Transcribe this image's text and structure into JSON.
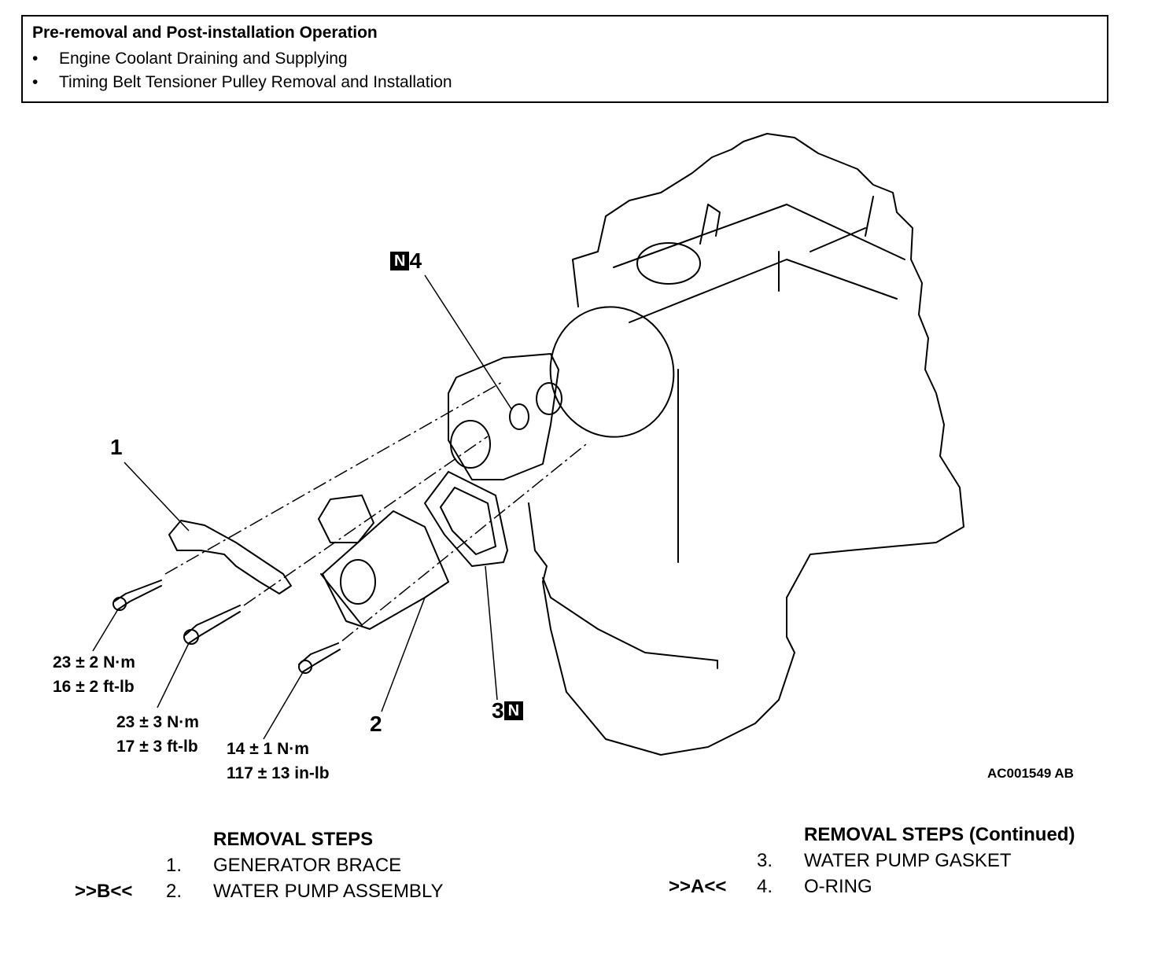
{
  "pre_operation": {
    "title": "Pre-removal and Post-installation Operation",
    "items": [
      {
        "bullet": "•",
        "text": "Engine Coolant Draining and Supplying"
      },
      {
        "bullet": "•",
        "text": "Timing Belt Tensioner Pulley Removal and Installation"
      }
    ]
  },
  "diagram": {
    "callouts": {
      "c1": "1",
      "c2": "2",
      "c3": "3",
      "c3_badge": "N",
      "c4": "4",
      "c4_badge": "N"
    },
    "torques": [
      {
        "line1": "23 ± 2 N·m",
        "line2": "16 ± 2 ft-lb"
      },
      {
        "line1": "23 ± 3 N·m",
        "line2": "17 ± 3 ft-lb"
      },
      {
        "line1": "14 ± 1 N·m",
        "line2": "117 ± 13 in-lb"
      }
    ],
    "figure_code": "AC001549 AB"
  },
  "removal_steps": {
    "left": {
      "header": "REMOVAL STEPS",
      "rows": [
        {
          "ref": "",
          "num": "1.",
          "text": "GENERATOR BRACE"
        },
        {
          "ref": ">>B<<",
          "num": "2.",
          "text": "WATER PUMP ASSEMBLY"
        }
      ]
    },
    "right": {
      "header": "REMOVAL STEPS (Continued)",
      "rows": [
        {
          "ref": "",
          "num": "3.",
          "text": "WATER PUMP GASKET"
        },
        {
          "ref": ">>A<<",
          "num": "4.",
          "text": "O-RING"
        }
      ]
    }
  }
}
